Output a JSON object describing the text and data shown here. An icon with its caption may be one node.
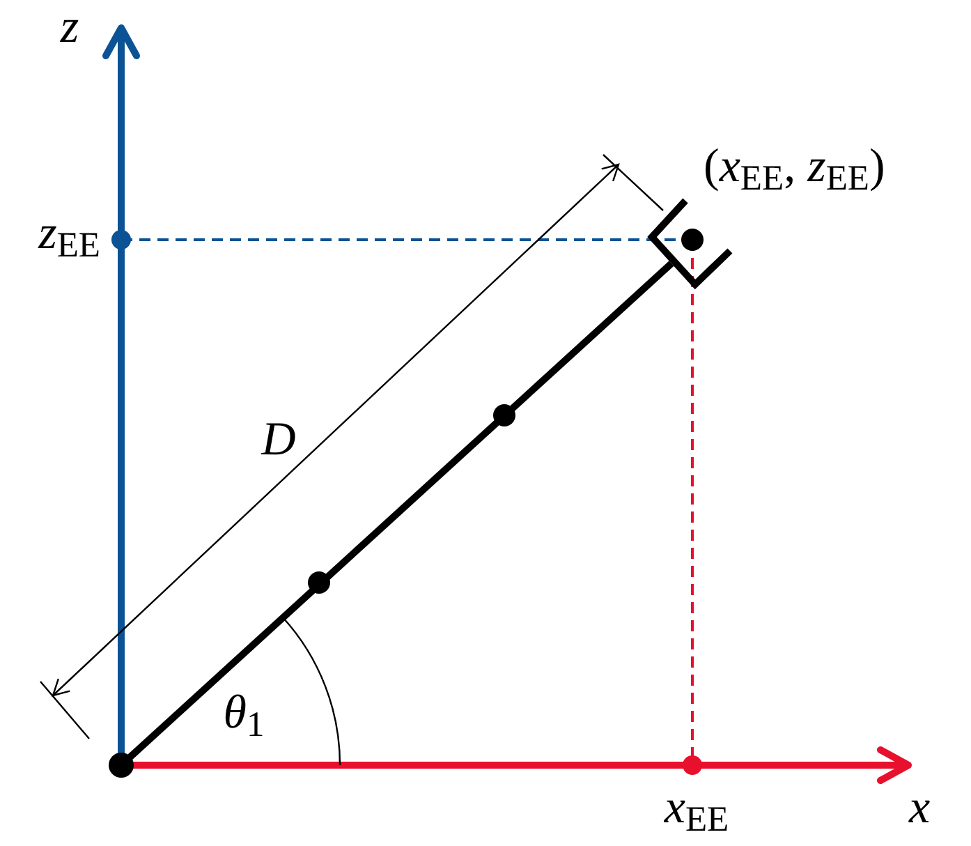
{
  "diagram": {
    "labels": [
      "z",
      "*z*$_{EE}$",
      "(*x*$_{EE}$, *z*$_{EE}$)",
      "D",
      "*θ*$_{1}$",
      "*x*$_{EE}$",
      "x"
    ]
  }
}
